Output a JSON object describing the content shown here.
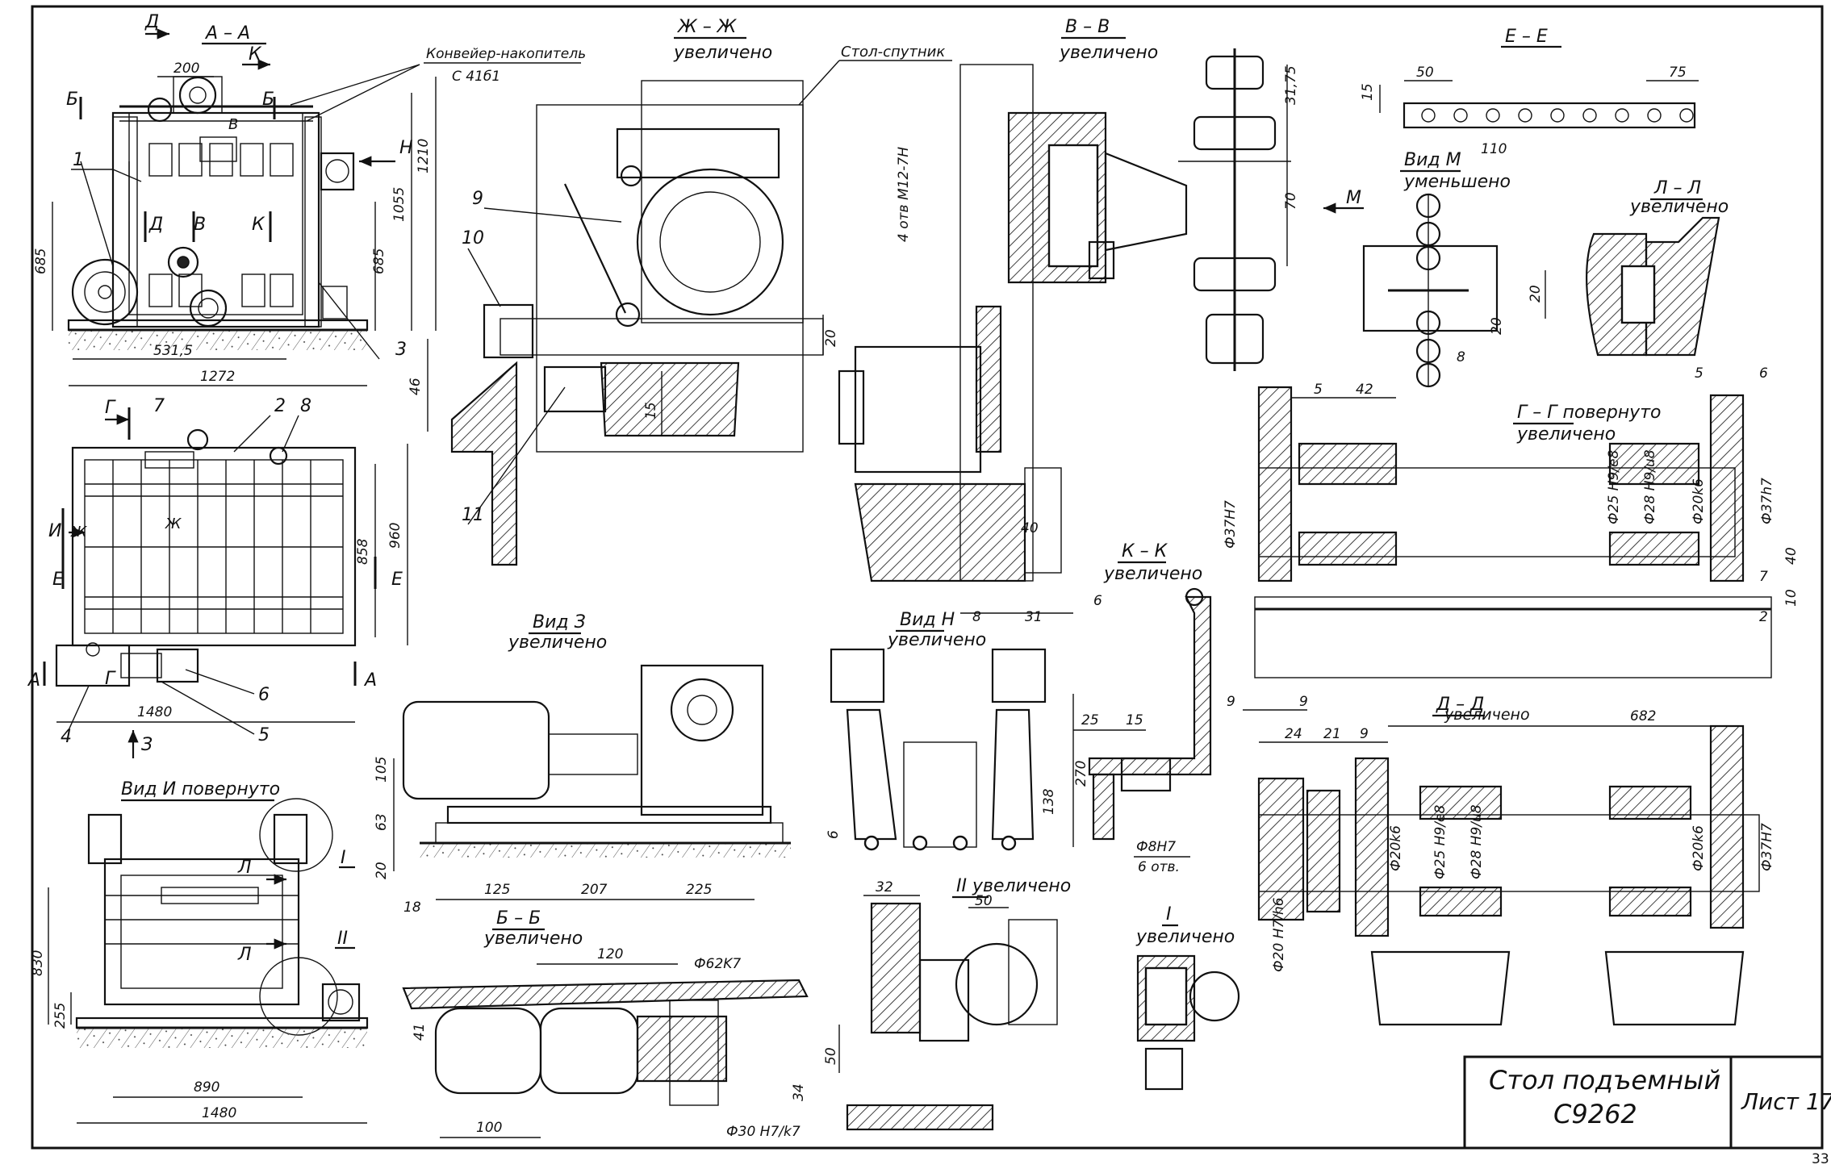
{
  "title_block": {
    "title_line1": "Стол подъемный",
    "title_line2": "С9262",
    "sheet_label": "Лист 17"
  },
  "page_number": "33",
  "views": {
    "aa": {
      "name": "А – А",
      "d_marker": "Д",
      "k_marker": "К",
      "conveyor_note_1": "Конвейер-накопитель",
      "conveyor_note_2": "С 41б1",
      "sec_b_left": "Б",
      "sec_b_right": "Б",
      "v_marker": "В",
      "h_marker": "Н",
      "d2": "Д",
      "v2": "В",
      "k2": "К",
      "pos1": "1",
      "pos3": "3",
      "dims": [
        "200",
        "685",
        "1055",
        "1210",
        "685",
        "531,5",
        "1272"
      ]
    },
    "zhzh": {
      "name": "Ж – Ж",
      "sub": "увеличено",
      "note": "Стол-спутник",
      "pos9": "9",
      "pos10": "10",
      "pos11": "11",
      "dims": [
        "20",
        "15",
        "46"
      ]
    },
    "vv": {
      "name": "В – В",
      "sub": "увеличено",
      "note": "4 отв М12-7Н",
      "dims": [
        "31,75",
        "70",
        "40",
        "8",
        "31",
        "6"
      ]
    },
    "ee": {
      "name": "Е – Е",
      "dims": [
        "15",
        "50",
        "75",
        "110"
      ]
    },
    "vid_m": {
      "name": "Вид М",
      "sub": "уменьшено",
      "arrow": "М",
      "dims": [
        "20",
        "8"
      ]
    },
    "ll": {
      "name": "Л – Л",
      "sub": "увеличено",
      "dims": [
        "20"
      ]
    },
    "gg": {
      "name": "Г – Г повернуто",
      "sub": "увеличено",
      "dims": [
        "5",
        "42",
        "5",
        "6",
        "Ф37H7",
        "Ф25 H9/e8",
        "Ф28 H9/u8",
        "Ф20k6",
        "Ф37h7",
        "40",
        "7",
        "10",
        "2",
        "9",
        "9"
      ]
    },
    "plan": {
      "pos2": "2",
      "pos7": "7",
      "pos8": "8",
      "pos4": "4",
      "pos5": "5",
      "pos6": "6",
      "g_marker": "Г",
      "zh_marker": "Ж",
      "i_marker": "И",
      "e_left": "Е",
      "e_right": "Е",
      "a_left": "А",
      "a_right": "А",
      "z_marker": "З",
      "g2": "Г",
      "dims": [
        "858",
        "960",
        "1480"
      ]
    },
    "vid_z": {
      "name": "Вид З",
      "sub": "увеличено",
      "dims": [
        "105",
        "63",
        "20",
        "18",
        "125",
        "207",
        "225"
      ]
    },
    "vid_n": {
      "name": "Вид Н",
      "sub": "увеличено",
      "dims": [
        "270",
        "138",
        "6",
        "32"
      ]
    },
    "kk": {
      "name": "К – К",
      "sub": "увеличено",
      "dims": [
        "25",
        "15",
        "Ф8H7",
        "6 отв."
      ]
    },
    "dd": {
      "name": "Д – Д",
      "sub": "увеличено",
      "dims": [
        "24",
        "21",
        "9",
        "682",
        "Ф20k6",
        "Ф25 H9/e8",
        "Ф28 H9/u8",
        "Ф20k6",
        "Ф37H7",
        "Ф20 H7/h6"
      ]
    },
    "vid_i": {
      "name": "Вид И повернуто",
      "l_top": "Л",
      "l_bottom": "Л",
      "roman1": "I",
      "roman2": "II",
      "dims": [
        "830",
        "255",
        "890",
        "1480"
      ]
    },
    "bb": {
      "name": "Б – Б",
      "sub": "увеличено",
      "dims": [
        "120",
        "Ф62K7",
        "41",
        "50",
        "34",
        "100",
        "Ф30 H7/k7"
      ]
    },
    "det2": {
      "name": "II  увеличено",
      "dims": [
        "50"
      ]
    },
    "det1": {
      "name": "I",
      "sub": "увеличено"
    }
  }
}
